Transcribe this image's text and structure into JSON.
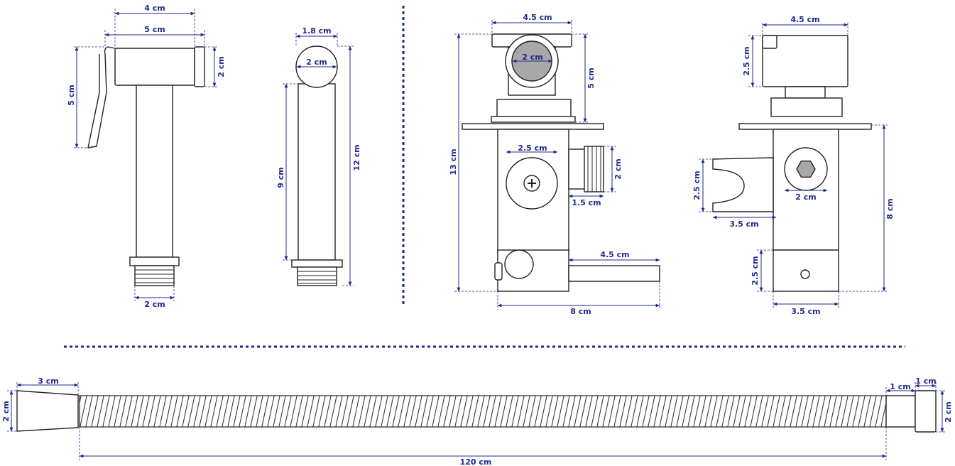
{
  "colors": {
    "dimension": "#1f2a8f",
    "outline": "#222222",
    "knob_fill": "#a8a8a8"
  },
  "sprayer_front": {
    "top_width": "4 cm",
    "head_width": "5 cm",
    "head_height": "2 cm",
    "lever_height": "5 cm",
    "thread_width": "2 cm"
  },
  "sprayer_side": {
    "width": "1.8 cm",
    "circle": "2 cm",
    "body_height": "9 cm",
    "total_height": "12 cm"
  },
  "valve_front": {
    "top_width": "4.5 cm",
    "knob": "2 cm",
    "upper_height": "5 cm",
    "total_height": "13 cm",
    "port_width": "2.5 cm",
    "outlet_height": "2 cm",
    "outlet_length": "1.5 cm",
    "lever_length": "4.5 cm",
    "base_width": "8 cm"
  },
  "valve_side": {
    "top_width": "4.5 cm",
    "handle_height": "2.5 cm",
    "holder_height": "2.5 cm",
    "hex_width": "2 cm",
    "holder_width": "3.5 cm",
    "body_height": "8 cm",
    "base_height": "2.5 cm",
    "base_width": "3.5 cm"
  },
  "hose": {
    "end_length": "3 cm",
    "end_height": "2 cm",
    "collar": "1 cm",
    "nut": "1 cm",
    "nut_height": "2 cm",
    "length": "120 cm"
  }
}
